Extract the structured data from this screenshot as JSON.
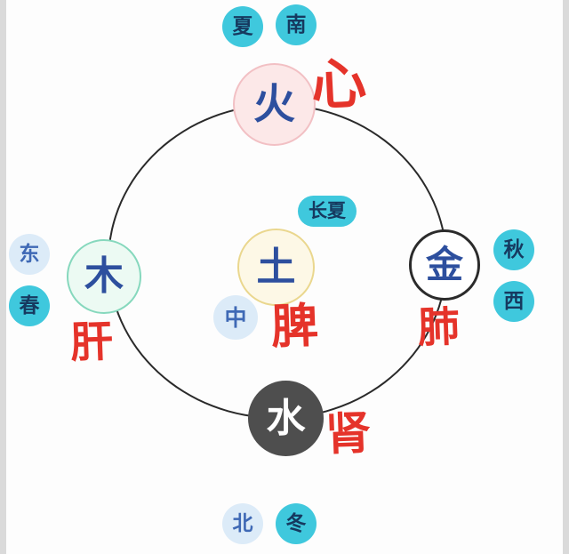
{
  "colors": {
    "page_bg": "#fdfdfd",
    "edge_band": "#dadada",
    "ring_stroke": "#2a2a2a",
    "cyan": "#3fc8dd",
    "light_blue_fill": "#dcebf8",
    "fire_fill": "#fce8e8",
    "fire_border": "#f2c0c4",
    "wood_fill": "#ecfaf3",
    "wood_border": "#86d8bd",
    "earth_fill": "#fdf8e6",
    "earth_border": "#ead78e",
    "metal_fill": "#ffffff",
    "metal_border": "#2b2b2b",
    "water_fill": "#4e4e4e",
    "navy_text": "#2d4f9e",
    "dark_navy_text": "#16395f",
    "mid_blue_text": "#3f69b5",
    "annotation_red": "#e5332a"
  },
  "nodes": {
    "fire": {
      "label": "火",
      "organ": "心"
    },
    "wood": {
      "label": "木",
      "organ": "肝"
    },
    "earth": {
      "label": "土",
      "organ": "脾"
    },
    "metal": {
      "label": "金",
      "organ": "肺"
    },
    "water": {
      "label": "水",
      "organ": "肾"
    }
  },
  "satellites": {
    "summer": {
      "label": "夏"
    },
    "south": {
      "label": "南"
    },
    "east": {
      "label": "东"
    },
    "spring": {
      "label": "春"
    },
    "late_summer": {
      "label": "长夏"
    },
    "center": {
      "label": "中"
    },
    "autumn": {
      "label": "秋"
    },
    "west": {
      "label": "西"
    },
    "north": {
      "label": "北"
    },
    "winter": {
      "label": "冬"
    }
  }
}
